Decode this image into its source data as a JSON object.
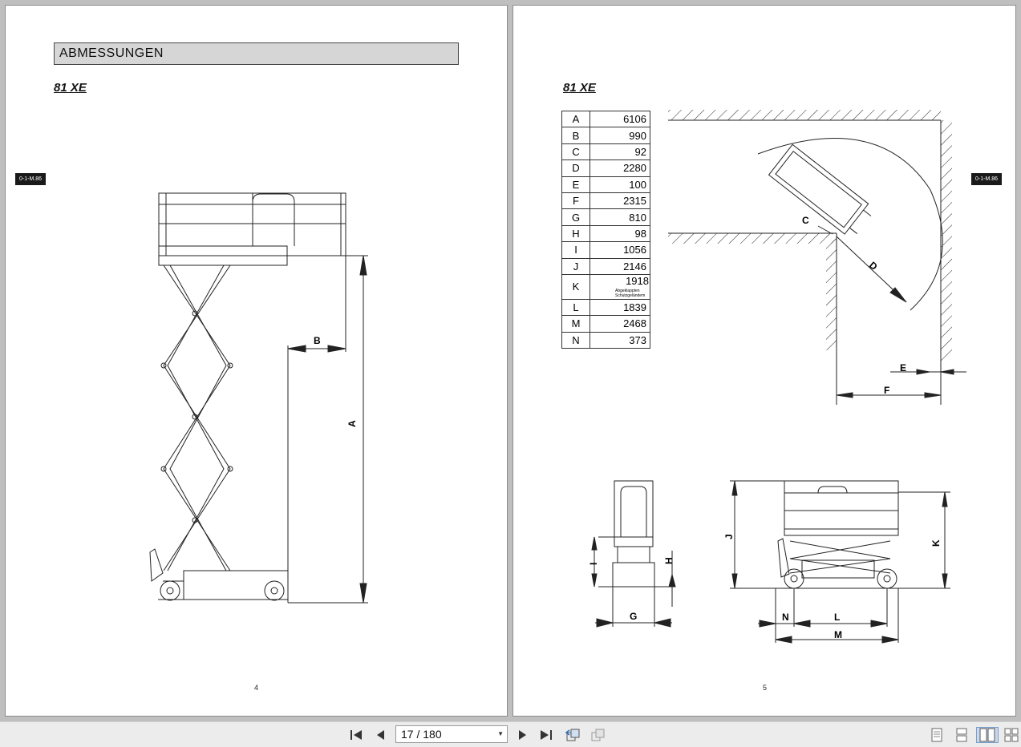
{
  "left_page": {
    "section_title": "ABMESSUNGEN",
    "model": "81 XE",
    "side_tag": "0-1-M.86",
    "page_number": "4",
    "labels": {
      "A": "A",
      "B": "B"
    }
  },
  "right_page": {
    "model": "81 XE",
    "side_tag": "0-1-M.86",
    "page_number": "5",
    "dimensions": [
      {
        "key": "A",
        "value": "6106"
      },
      {
        "key": "B",
        "value": "990"
      },
      {
        "key": "C",
        "value": "92"
      },
      {
        "key": "D",
        "value": "2280"
      },
      {
        "key": "E",
        "value": "100"
      },
      {
        "key": "F",
        "value": "2315"
      },
      {
        "key": "G",
        "value": "810"
      },
      {
        "key": "H",
        "value": "98"
      },
      {
        "key": "I",
        "value": "1056"
      },
      {
        "key": "J",
        "value": "2146"
      },
      {
        "key": "K",
        "value": "1918",
        "note": "Abgeklappten Schutzgeländem"
      },
      {
        "key": "L",
        "value": "1839"
      },
      {
        "key": "M",
        "value": "2468"
      },
      {
        "key": "N",
        "value": "373"
      }
    ],
    "labels": {
      "C": "C",
      "D": "D",
      "E": "E",
      "F": "F",
      "G": "G",
      "H": "H",
      "I": "I",
      "J": "J",
      "K": "K",
      "L": "L",
      "M": "M",
      "N": "N"
    }
  },
  "toolbar": {
    "page_indicator": "17 / 180",
    "buttons": [
      "first-page-icon",
      "previous-page-icon",
      "next-page-icon",
      "last-page-icon",
      "go-back-icon",
      "go-forward-icon"
    ],
    "view_modes": [
      "single-page-icon",
      "continuous-page-icon",
      "facing-pages-icon",
      "continuous-facing-icon"
    ],
    "active_view_mode": "facing-pages-icon"
  }
}
